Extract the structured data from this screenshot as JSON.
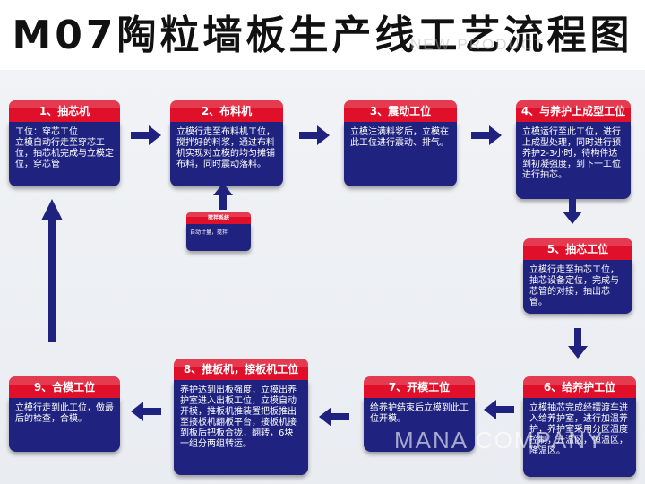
{
  "title": "M07陶粒墙板生产线工艺流程图",
  "watermarks": {
    "top": "NEW PRODUCT",
    "bottom": "MANA COMPANY"
  },
  "colors": {
    "header": "#e0102a",
    "body": "#1f237f",
    "arrow": "#1f237f"
  },
  "steps": [
    {
      "title": "1、抽芯机",
      "text": "工位：穿芯工位\n立模自动行走至穿芯工位，抽芯机完成与立模定位，穿芯管"
    },
    {
      "title": "2、布料机",
      "text": "立模行走至布料机工位，搅拌好的料浆，通过布料机实现对立模的均匀摊铺布料，同时震动落料。"
    },
    {
      "title": "3、震动工位",
      "text": "立模注满料浆后，立模在此工位进行震动、排气。"
    },
    {
      "title": "4、与养护上成型工位",
      "text": "立模运行至此工位，进行上成型处理，同时进行预养护2-3小时，待构件达到初凝强度，到下一工位进行抽芯。"
    },
    {
      "title": "5、抽芯工位",
      "text": "立模行走至抽芯工位，抽芯设备定位，完成与芯管的对接，抽出芯管。"
    },
    {
      "title": "6、给养护工位",
      "text": "立模抽芯完成经摆渡车进入给养护室，进行加温养护，养护室采用分区温度控制，升温区，恒温区，降温区。"
    },
    {
      "title": "7、开模工位",
      "text": "给养护结束后立模到此工位开模。"
    },
    {
      "title": "8、推板机，接板机工位",
      "text": "养护达到出板强度，立模出养护室进入出板工位，立模自动开模，推板机推装置把板推出至接板机翻板平台，接板机接到板后把板合拢，翻转，6块一组分两组转运。"
    },
    {
      "title": "9、合模工位",
      "text": "立模行走到此工位，做最后的检查，合模。"
    }
  ],
  "mixer": {
    "title": "搅拌系统",
    "text": "自动计量，搅拌"
  },
  "arrows": [
    "right",
    "right",
    "right",
    "down",
    "down",
    "left",
    "left",
    "left",
    "up",
    "up"
  ]
}
